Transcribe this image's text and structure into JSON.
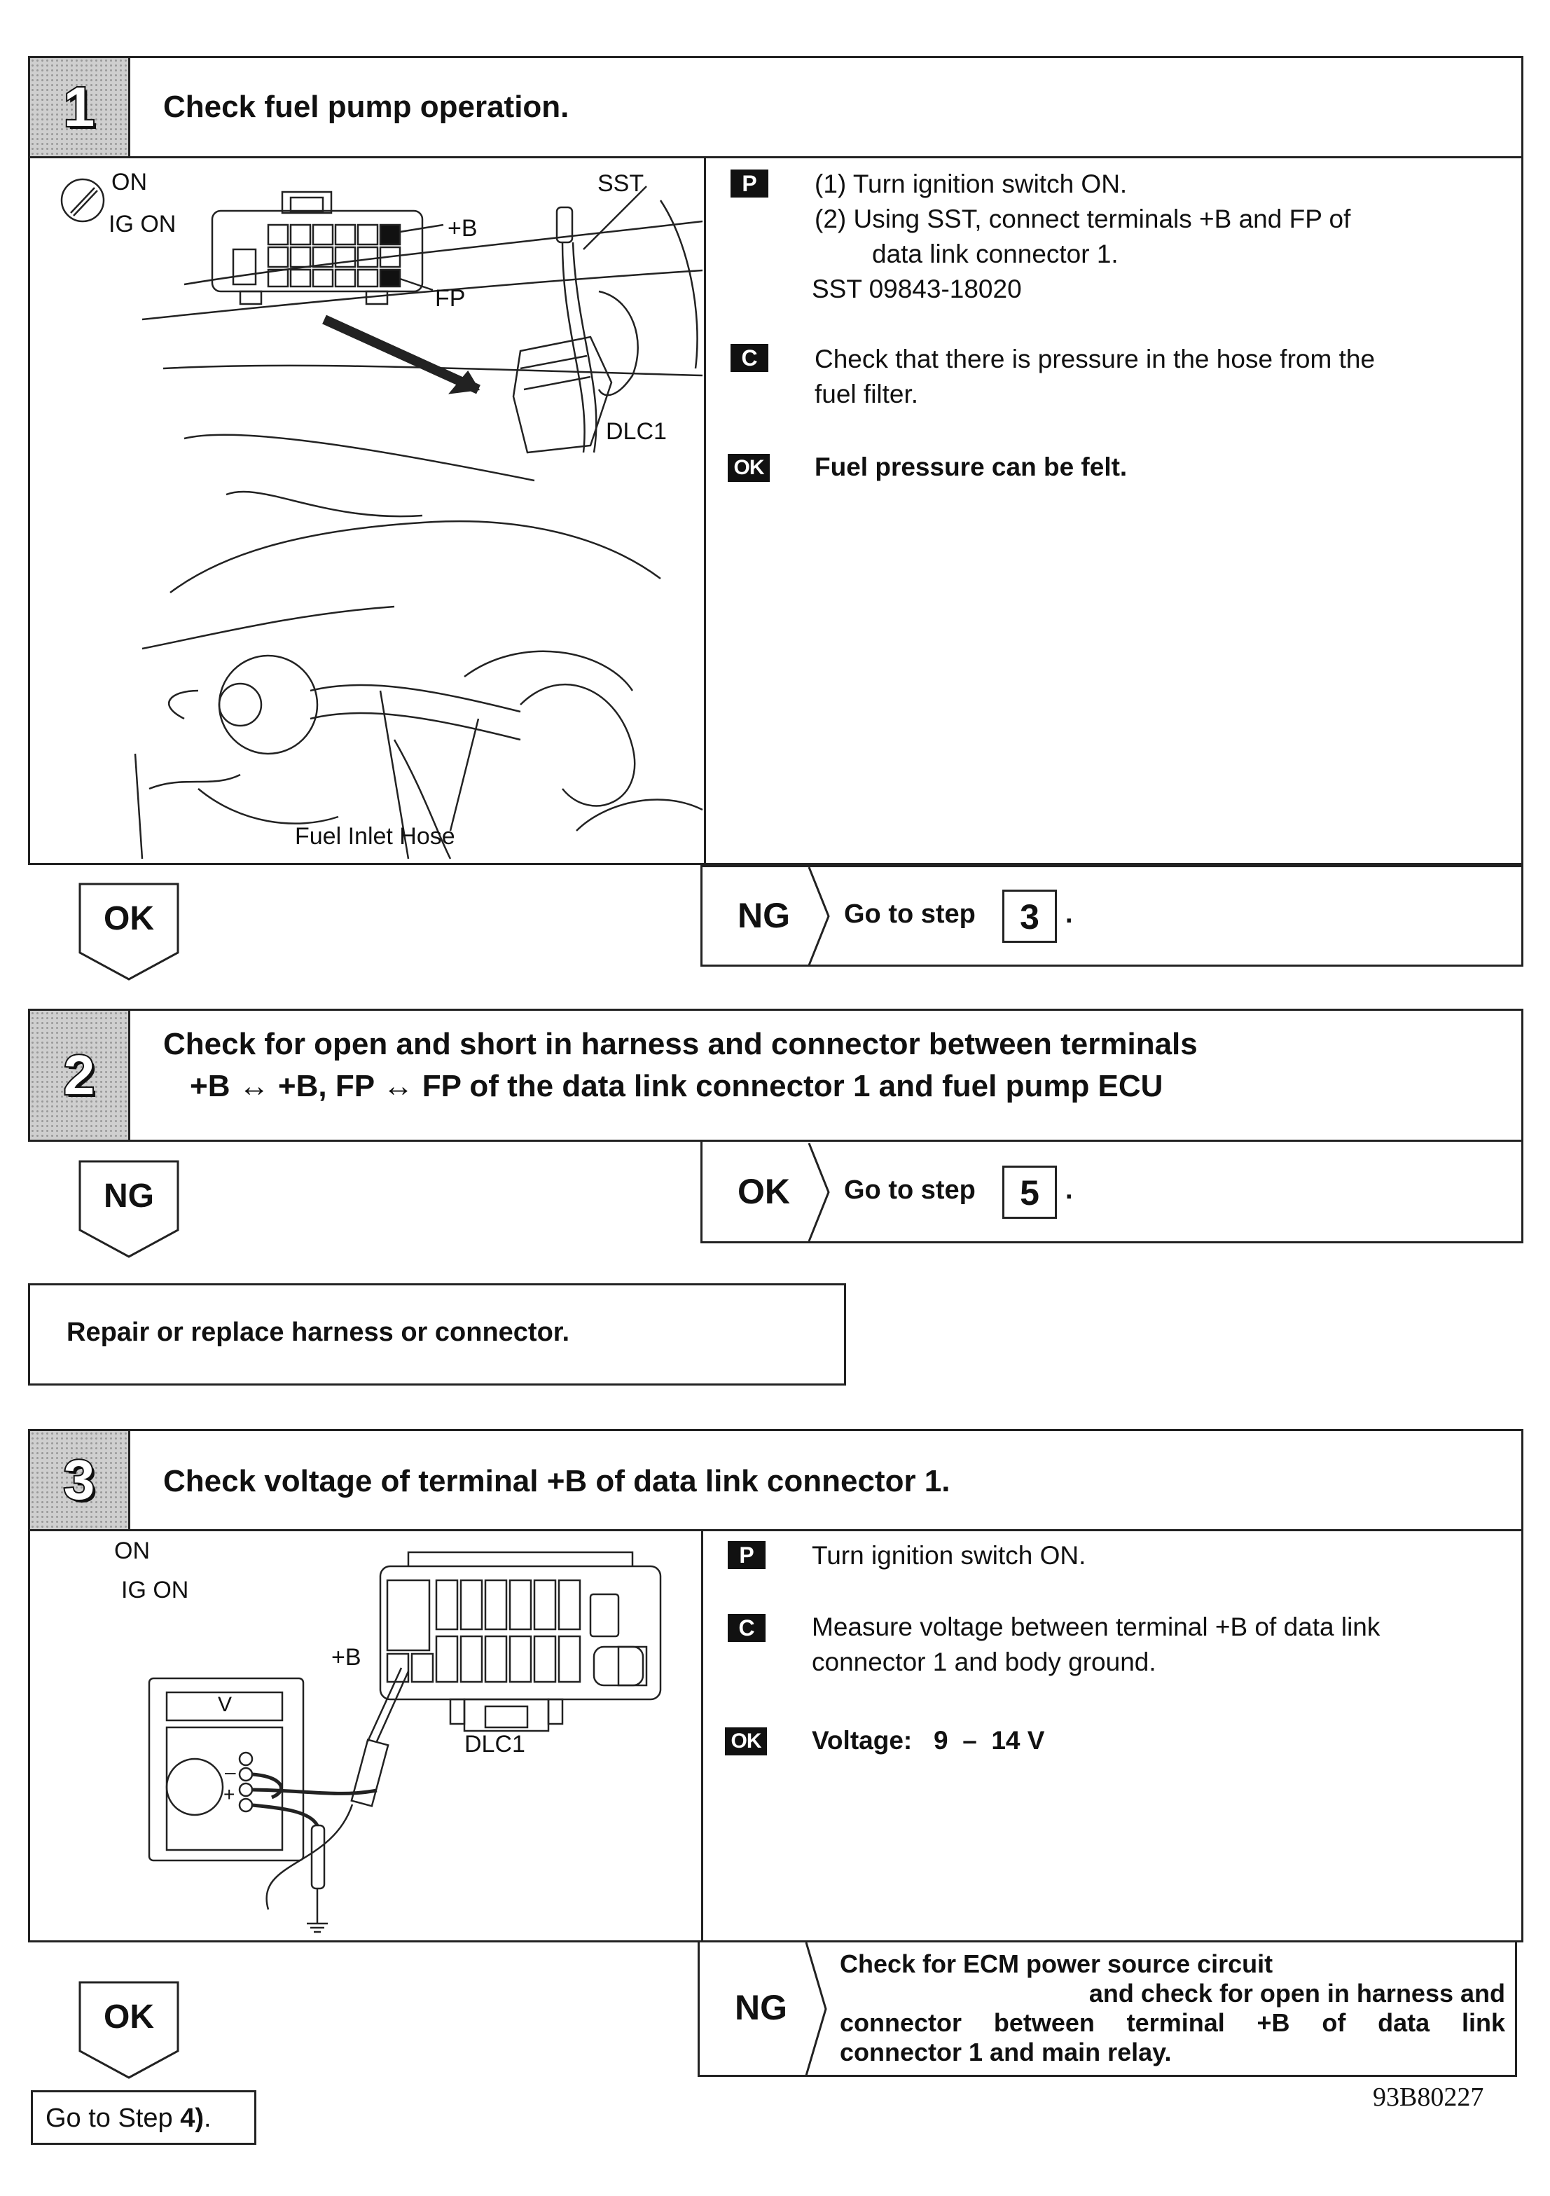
{
  "step1": {
    "number": "1",
    "title": "Check fuel pump operation.",
    "illustration_labels": {
      "on": "ON",
      "ig_on": "IG ON",
      "sst": "SST",
      "plus_b": "+B",
      "fp": "FP",
      "dlc1": "DLC1",
      "fuel_inlet_hose": "Fuel Inlet Hose"
    },
    "p_tag": "P",
    "p_lines": [
      "(1)  Turn ignition switch ON.",
      "(2)  Using SST, connect terminals  +B and FP of",
      "data link connector 1.",
      "SST 09843-18020"
    ],
    "c_tag": "C",
    "c_lines": [
      "Check that there is pressure in the hose from the",
      "fuel filter."
    ],
    "ok_tag": "OK",
    "ok_text": "Fuel pressure can be felt.",
    "ok_badge": "OK",
    "ng_label": "NG",
    "ng_go": "Go to step",
    "ng_step": "3",
    "ng_dot": "."
  },
  "step2": {
    "number": "2",
    "title_line1": "Check for open and short in harness and connector between terminals",
    "title_line2": "+B ↔  +B, FP ↔ FP of the data link connector 1 and fuel pump ECU",
    "ng_badge": "NG",
    "ok_label": "OK",
    "ok_go": "Go to step",
    "ok_step": "5",
    "ok_dot": ".",
    "repair": "Repair or replace harness or connector."
  },
  "step3": {
    "number": "3",
    "title": "Check voltage of terminal  +B of data link connector 1.",
    "illustration_labels": {
      "on": "ON",
      "ig_on": "IG ON",
      "plus_b": "+B",
      "dlc1": "DLC1",
      "v": "V",
      "minus": "–",
      "plus": "+"
    },
    "p_tag": "P",
    "p_text": "Turn ignition switch ON.",
    "c_tag": "C",
    "c_lines": [
      "Measure voltage between terminal  +B of data link",
      "connector 1 and body ground."
    ],
    "ok_tag": "OK",
    "ok_text": "Voltage:   9  –  14 V",
    "ok_badge": "OK",
    "ng_label": "NG",
    "ng_lines": [
      "Check for ECM power source circuit",
      "and check for open in harness and",
      "connector between terminal  +B of data link",
      "connector 1 and main relay."
    ],
    "go_step_prefix": "Go to Step ",
    "go_step_bold": "4)",
    "go_step_suffix": "."
  },
  "figure_code": "93B80227"
}
